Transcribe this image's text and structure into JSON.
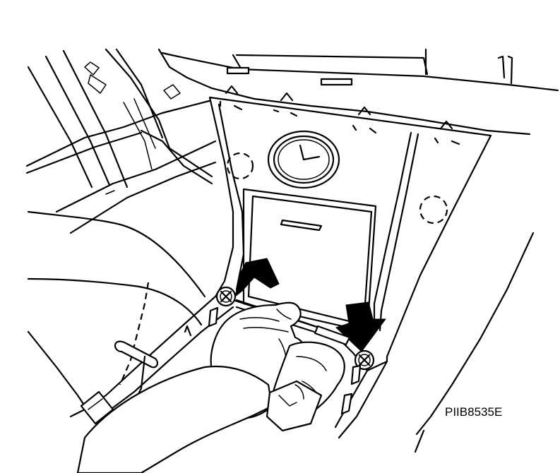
{
  "figure": {
    "code": "PIIB8535E"
  },
  "parts": {
    "clip_icon": "triangle-clip-icon",
    "clip_count": 4,
    "hidden_clip_count": 2,
    "screw_count": 2,
    "arrow_count": 2,
    "arrow_color": "#000000",
    "line_color": "#000000",
    "background": "#ffffff"
  }
}
